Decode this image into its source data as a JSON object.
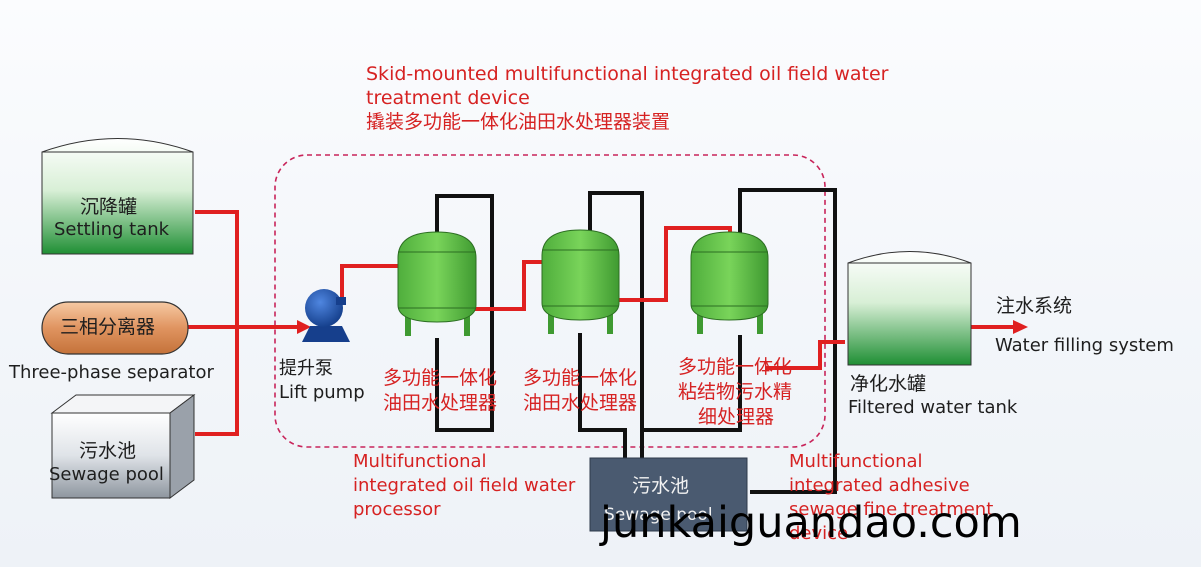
{
  "title": {
    "en": [
      "Skid-mounted multifunctional integrated oil field water",
      "treatment device"
    ],
    "zh": "撬装多功能一体化油田水处理器装置"
  },
  "settling_tank": {
    "zh": "沉降罐",
    "en": "Settling tank"
  },
  "three_phase_separator": {
    "zh": "三相分离器",
    "en": "Three-phase separator"
  },
  "sewage_pool_left": {
    "zh": "污水池",
    "en": "Sewage pool"
  },
  "lift_pump": {
    "zh": "提升泵",
    "en": "Lift pump"
  },
  "processor_1": {
    "zh": [
      "多功能一体化",
      "油田水处理器"
    ]
  },
  "processor_2": {
    "zh": [
      "多功能一体化",
      "油田水处理器"
    ]
  },
  "processor_3": {
    "zh": [
      "多功能一体化",
      "粘结物污水精",
      "细处理器"
    ]
  },
  "processor_en": [
    "Multifunctional",
    "integrated oil field water",
    "processor"
  ],
  "fine_processor_en": [
    "Multifunctional",
    "integrated adhesive",
    "sewage fine treatment",
    "device"
  ],
  "sewage_pool_center": {
    "zh": "污水池",
    "en": "Sewage pool"
  },
  "filtered_tank": {
    "zh": "净化水罐",
    "en": "Filtered water tank"
  },
  "water_filling": {
    "zh": "注水系统",
    "en": "Water filling system"
  },
  "watermark": "junkaiguandao.com",
  "colors": {
    "flow_red": "#e02020",
    "drain_black": "#111111",
    "tank_green": "#2e9b3e",
    "vessel_green": "#63c24a",
    "pump_blue": "#1c4fa6",
    "separator_orange": "#d98a4e",
    "pool_gray": "#4a5a70",
    "boundary_dashed": "#c8245a"
  }
}
